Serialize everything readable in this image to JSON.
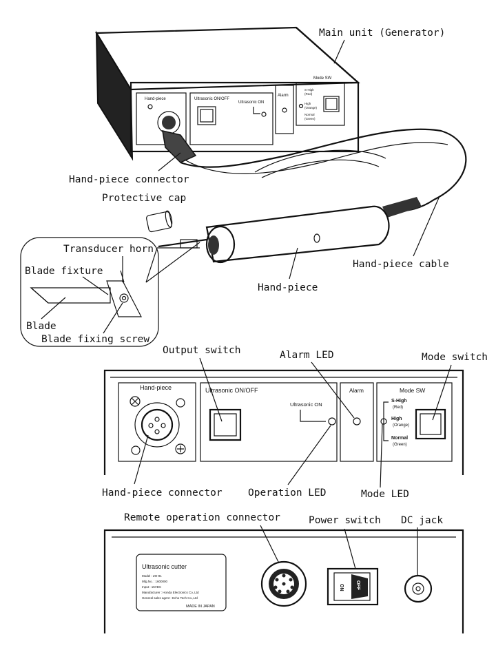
{
  "top_labels": {
    "main_unit": "Main unit (Generator)",
    "handpiece_connector": "Hand-piece connector",
    "protective_cap": "Protective cap",
    "transducer_horn": "Transducer horn",
    "blade_fixture": "Blade fixture",
    "blade": "Blade",
    "blade_fixing_screw": "Blade fixing screw",
    "handpiece": "Hand-piece",
    "handpiece_cable": "Hand-piece cable"
  },
  "small_panel": {
    "handpiece": "Hand-piece",
    "ultrasonic_onoff": "Ultrasonic ON/OFF",
    "ultrasonic_on": "Ultrasonic ON",
    "alarm": "Alarm",
    "mode_sw": "Mode SW",
    "s_high": "S-High",
    "s_high_color": "(Red)",
    "high": "High",
    "high_color": "(Orange)",
    "normal": "Normal",
    "normal_color": "(Green)"
  },
  "front_panel": {
    "handpiece": "Hand-piece",
    "ultrasonic_onoff": "Ultrasonic ON/OFF",
    "ultrasonic_on": "Ultrasonic ON",
    "alarm": "Alarm",
    "mode_sw": "Mode SW",
    "s_high": "S-High",
    "s_high_color": "(Red)",
    "high": "High",
    "high_color": "(Orange)",
    "normal": "Normal",
    "normal_color": "(Green)"
  },
  "front_labels": {
    "output_switch": "Output switch",
    "alarm_led": "Alarm LED",
    "mode_switch": "Mode switch",
    "handpiece_connector": "Hand-piece connector",
    "operation_led": "Operation LED",
    "mode_led": "Mode LED"
  },
  "rear_labels": {
    "remote_connector": "Remote operation connector",
    "power_switch": "Power switch",
    "dc_jack": "DC jack"
  },
  "rating_plate": {
    "title": "Ultrasonic cutter",
    "model": "Model : ZO-91",
    "mfg_no": "Mfg.No. : 1600000",
    "input": "Input : 15VDC",
    "manufacturer": "Manufacturer : Honda Electronics Co.,Ltd",
    "agent": "General sales agent : Echo Tech Co.,Ltd",
    "made_in": "MADE IN JAPAN"
  },
  "power_switch": {
    "on": "ON",
    "off": "OFF"
  }
}
